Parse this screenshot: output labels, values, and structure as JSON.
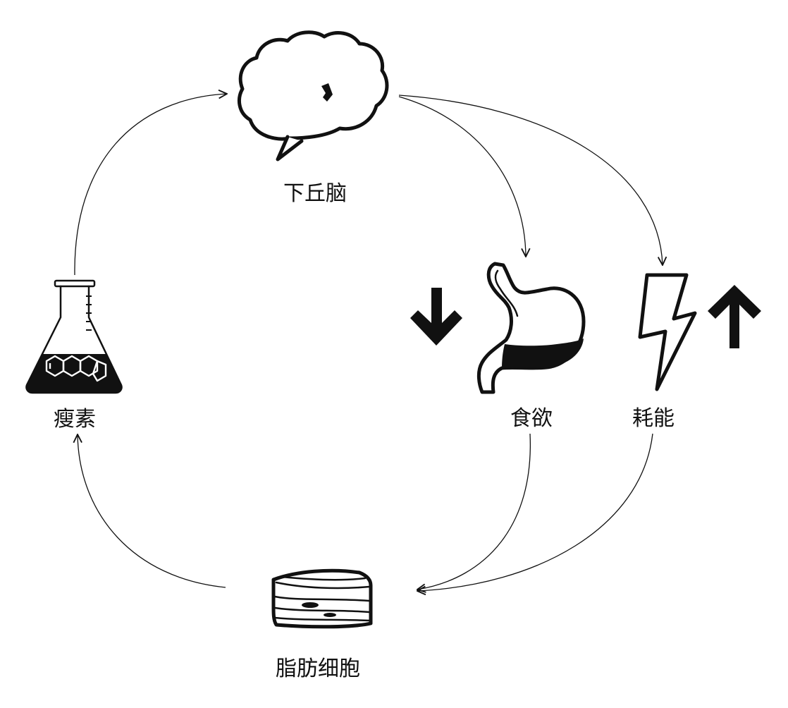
{
  "diagram": {
    "nodes": {
      "hypothalamus": {
        "label": "下丘脑",
        "icon": "brain-icon"
      },
      "leptin": {
        "label": "瘦素",
        "icon": "flask-icon"
      },
      "appetite": {
        "label": "食欲",
        "icon": "stomach-icon",
        "indicator_icon": "arrow-down-icon",
        "direction": "down"
      },
      "energy": {
        "label": "耗能",
        "icon": "lightning-icon",
        "indicator_icon": "arrow-up-icon",
        "direction": "up"
      },
      "fat_cells": {
        "label": "脂肪细胞",
        "icon": "fat-tissue-icon"
      }
    },
    "edges": [
      {
        "from": "leptin",
        "to": "hypothalamus"
      },
      {
        "from": "hypothalamus",
        "to": "appetite"
      },
      {
        "from": "hypothalamus",
        "to": "energy"
      },
      {
        "from": "appetite",
        "to": "fat_cells"
      },
      {
        "from": "energy",
        "to": "fat_cells"
      },
      {
        "from": "fat_cells",
        "to": "leptin"
      }
    ],
    "colors": {
      "ink": "#111111",
      "background": "#ffffff"
    }
  }
}
